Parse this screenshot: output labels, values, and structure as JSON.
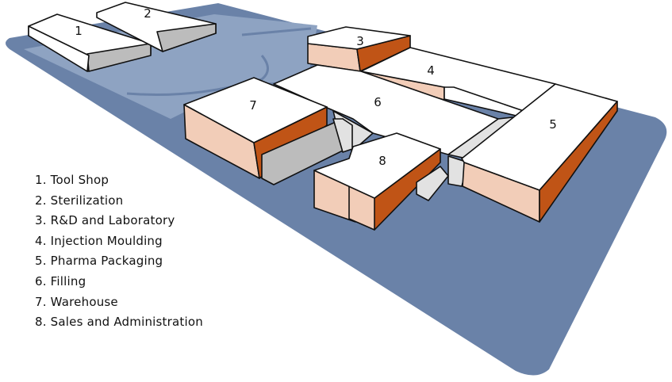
{
  "site_map": {
    "colors": {
      "ground": "#6a82a8",
      "plaza": "#8ea3c2",
      "roof": "#ffffff",
      "wall_light": "#f2cdb8",
      "wall_dark": "#c05416",
      "wall_grey": "#bcbcbc",
      "wall_grey_light": "#e2e2e2"
    },
    "buildings": [
      {
        "number": "1",
        "name": "Tool Shop"
      },
      {
        "number": "2",
        "name": "Sterilization"
      },
      {
        "number": "3",
        "name": "R&D and Laboratory"
      },
      {
        "number": "4",
        "name": "Injection Moulding"
      },
      {
        "number": "5",
        "name": "Pharma Packaging"
      },
      {
        "number": "6",
        "name": "Filling"
      },
      {
        "number": "7",
        "name": "Warehouse"
      },
      {
        "number": "8",
        "name": "Sales and Administration"
      }
    ],
    "legend_items": [
      "1. Tool Shop",
      "2. Sterilization",
      "3. R&D and Laboratory",
      "4. Injection Moulding",
      "5. Pharma Packaging",
      "6. Filling",
      "7. Warehouse",
      "8. Sales and Administration"
    ]
  }
}
